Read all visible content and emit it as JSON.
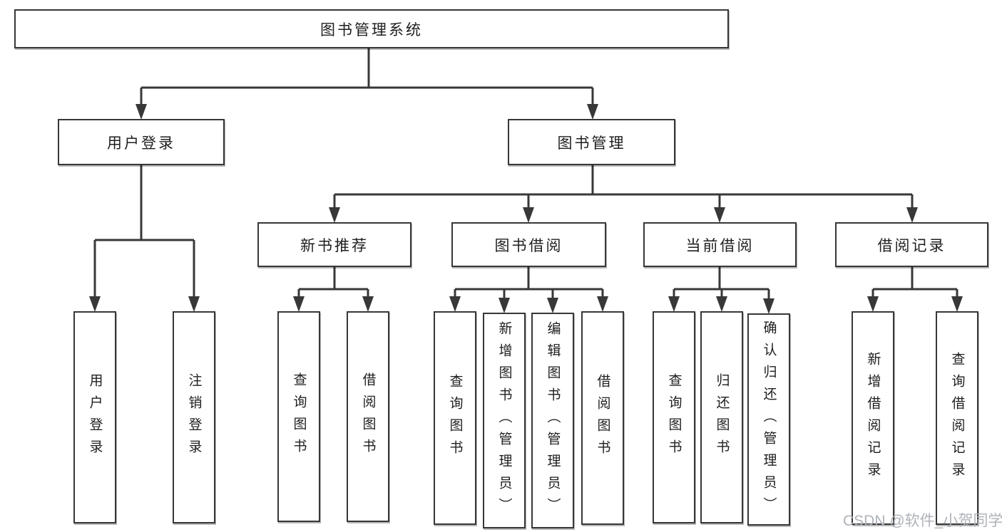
{
  "diagram": {
    "root": {
      "label": "图书管理系统"
    },
    "level2": {
      "user_login": {
        "label": "用户登录"
      },
      "book_management": {
        "label": "图书管理"
      }
    },
    "level3": {
      "new_book_recommend": {
        "label": "新书推荐"
      },
      "book_borrowing": {
        "label": "图书借阅"
      },
      "current_borrowing": {
        "label": "当前借阅"
      },
      "borrowing_records": {
        "label": "借阅记录"
      }
    },
    "level4": {
      "user_login": {
        "label": "用户登录"
      },
      "logout": {
        "label": "注销登录"
      },
      "nb_query": {
        "label": "查询图书"
      },
      "nb_borrow": {
        "label": "借阅图书"
      },
      "bb_query": {
        "label": "查询图书"
      },
      "bb_add_admin": {
        "label": "新增图书（管理员）"
      },
      "bb_edit_admin": {
        "label": "编辑图书（管理员）"
      },
      "bb_borrow": {
        "label": "借阅图书"
      },
      "cb_query": {
        "label": "查询图书"
      },
      "cb_return": {
        "label": "归还图书"
      },
      "cb_confirm_admin": {
        "label": "确认归还（管理员）"
      },
      "br_add": {
        "label": "新增借阅记录"
      },
      "br_query": {
        "label": "查询借阅记录"
      }
    },
    "colors": {
      "line": "#383838",
      "box_border": "#373737",
      "text": "#1e1e1e",
      "background": "#ffffff",
      "watermark": "#aeb2b9"
    }
  },
  "watermark": {
    "text": "CSDN @软件_小贺同学"
  }
}
